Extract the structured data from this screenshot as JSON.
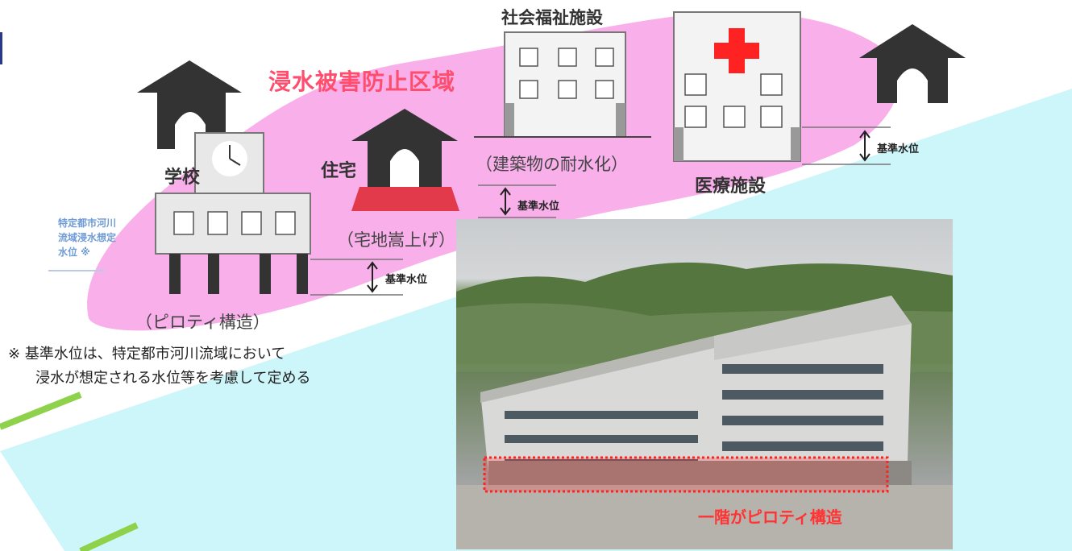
{
  "labels": {
    "social_welfare": "社会福祉施設",
    "flood_zone": "浸水被害防止区域",
    "school": "学校",
    "housing": "住宅",
    "building_waterproof": "（建築物の耐水化）",
    "medical": "医療施設",
    "land_raise": "（宅地嵩上げ）",
    "piloti": "（ピロティ構造）",
    "ref_level_1": "基準水位",
    "ref_level_2": "基準水位",
    "ref_level_3": "基準水位",
    "blue_note": [
      "特定都市河川",
      "流域浸水想定",
      "水位 ※"
    ],
    "footnote": [
      "※ 基準水位は、特定都市河川流域において",
      "浸水が想定される水位等を考慮して定める"
    ],
    "photo_caption": "一階がピロティ構造"
  },
  "colors": {
    "flood_zone_fill": "#f7a6e8",
    "river": "#cdf6fa",
    "green_line": "#8ed14a",
    "red_cross": "#ff2222",
    "raised_ground": "#e23a4a",
    "house_roof": "#333333"
  },
  "icons": [
    "clock-icon",
    "red-cross-icon",
    "up-down-arrow-icon"
  ]
}
